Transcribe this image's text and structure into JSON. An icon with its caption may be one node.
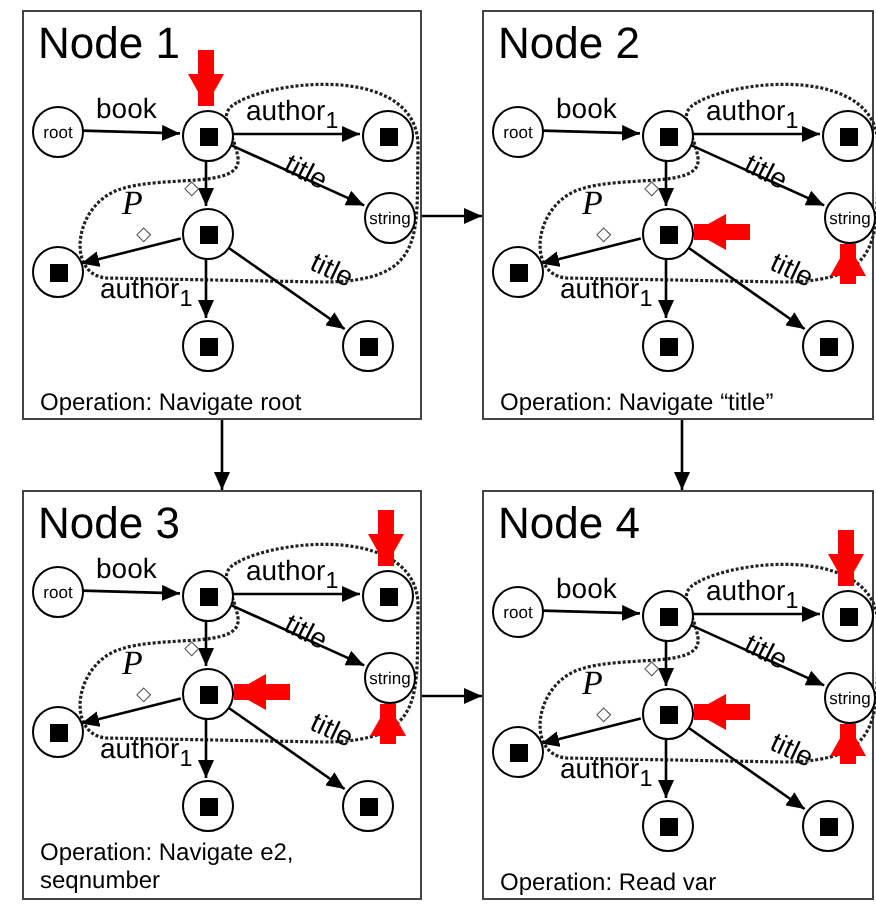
{
  "diagram": {
    "nodes": [
      {
        "text": [
          "Node 1",
          "Operation: Navigate root"
        ]
      },
      {
        "text": [
          "root"
        ],
        "in": 0
      },
      {
        "text": [],
        "shape": "circle",
        "in": 0
      },
      {
        "text": [],
        "shape": "circle",
        "in": 0
      },
      {
        "text": [
          "string"
        ],
        "in": 0
      },
      {
        "text": [],
        "shape": "circle",
        "in": 0
      },
      {
        "text": [],
        "shape": "circle",
        "in": 0
      },
      {
        "text": [],
        "shape": "circle",
        "in": 0
      },
      {
        "text": [],
        "shape": "circle",
        "in": 0
      },
      {
        "text": [
          "Node 2",
          "Operation: Navigate “title”"
        ]
      },
      {
        "text": [
          "root"
        ],
        "in": 9
      },
      {
        "text": [],
        "shape": "circle",
        "in": 9
      },
      {
        "text": [],
        "shape": "circle",
        "in": 9
      },
      {
        "text": [
          "string"
        ],
        "in": 9
      },
      {
        "text": [],
        "shape": "circle",
        "in": 9
      },
      {
        "text": [],
        "shape": "circle",
        "in": 9
      },
      {
        "text": [],
        "shape": "circle",
        "in": 9
      },
      {
        "text": [],
        "shape": "circle",
        "in": 9
      },
      {
        "text": [
          "Node 3",
          "Operation: Navigate e2, seqnumber"
        ]
      },
      {
        "text": [
          "root"
        ],
        "in": 18
      },
      {
        "text": [],
        "shape": "circle",
        "in": 18
      },
      {
        "text": [],
        "shape": "circle",
        "in": 18
      },
      {
        "text": [
          "string"
        ],
        "in": 18
      },
      {
        "text": [],
        "shape": "circle",
        "in": 18
      },
      {
        "text": [],
        "shape": "circle",
        "in": 18
      },
      {
        "text": [],
        "shape": "circle",
        "in": 18
      },
      {
        "text": [],
        "shape": "circle",
        "in": 18
      },
      {
        "text": [
          "Node 4",
          "Operation: Read var"
        ]
      },
      {
        "text": [
          "root"
        ],
        "in": 27
      },
      {
        "text": [],
        "shape": "circle",
        "in": 27
      },
      {
        "text": [],
        "shape": "circle",
        "in": 27
      },
      {
        "text": [
          "string"
        ],
        "in": 27
      },
      {
        "text": [],
        "shape": "circle",
        "in": 27
      },
      {
        "text": [],
        "shape": "circle",
        "in": 27
      },
      {
        "text": [],
        "shape": "circle",
        "in": 27
      },
      {
        "text": [],
        "shape": "circle",
        "in": 27
      }
    ],
    "edges": [
      {
        "from": 1,
        "to": 2,
        "arrow": "to",
        "label": "book"
      },
      {
        "from": 2,
        "to": 3,
        "arrow": "to",
        "label": "author$_{1}$"
      },
      {
        "from": 2,
        "to": 4,
        "arrow": "to",
        "label": "title"
      },
      {
        "from": 2,
        "to": 5,
        "arrow": "to"
      },
      {
        "from": 5,
        "to": 6,
        "arrow": "to"
      },
      {
        "from": 5,
        "to": 7,
        "arrow": "to",
        "label": "author$_{1}$"
      },
      {
        "from": 5,
        "to": 8,
        "arrow": "to",
        "label": "title"
      },
      {
        "from": null,
        "to": 2,
        "arrow": "to",
        "style": "thick",
        "color": "#ff0000"
      },
      {
        "from": 10,
        "to": 11,
        "arrow": "to",
        "label": "book"
      },
      {
        "from": 11,
        "to": 12,
        "arrow": "to",
        "label": "author$_{1}$"
      },
      {
        "from": 11,
        "to": 13,
        "arrow": "to",
        "label": "title"
      },
      {
        "from": 11,
        "to": 14,
        "arrow": "to"
      },
      {
        "from": 14,
        "to": 15,
        "arrow": "to"
      },
      {
        "from": 14,
        "to": 16,
        "arrow": "to",
        "label": "author$_{1}$"
      },
      {
        "from": 14,
        "to": 17,
        "arrow": "to",
        "label": "title"
      },
      {
        "from": null,
        "to": 14,
        "arrow": "to",
        "style": "thick",
        "color": "#ff0000"
      },
      {
        "from": null,
        "to": 13,
        "arrow": "to",
        "style": "thick",
        "color": "#ff0000"
      },
      {
        "from": 19,
        "to": 20,
        "arrow": "to",
        "label": "book"
      },
      {
        "from": 20,
        "to": 21,
        "arrow": "to",
        "label": "author$_{1}$"
      },
      {
        "from": 20,
        "to": 22,
        "arrow": "to",
        "label": "title"
      },
      {
        "from": 20,
        "to": 23,
        "arrow": "to"
      },
      {
        "from": 23,
        "to": 24,
        "arrow": "to"
      },
      {
        "from": 23,
        "to": 25,
        "arrow": "to",
        "label": "author$_{1}$"
      },
      {
        "from": 23,
        "to": 26,
        "arrow": "to",
        "label": "title"
      },
      {
        "from": null,
        "to": 21,
        "arrow": "to",
        "style": "thick",
        "color": "#ff0000"
      },
      {
        "from": null,
        "to": 23,
        "arrow": "to",
        "style": "thick",
        "color": "#ff0000"
      },
      {
        "from": null,
        "to": 22,
        "arrow": "to",
        "style": "thick",
        "color": "#ff0000"
      },
      {
        "from": 28,
        "to": 29,
        "arrow": "to",
        "label": "book"
      },
      {
        "from": 29,
        "to": 30,
        "arrow": "to",
        "label": "author$_{1}$"
      },
      {
        "from": 29,
        "to": 31,
        "arrow": "to",
        "label": "title"
      },
      {
        "from": 29,
        "to": 32,
        "arrow": "to"
      },
      {
        "from": 32,
        "to": 33,
        "arrow": "to"
      },
      {
        "from": 32,
        "to": 34,
        "arrow": "to",
        "label": "author$_{1}$"
      },
      {
        "from": 32,
        "to": 35,
        "arrow": "to",
        "label": "title"
      },
      {
        "from": null,
        "to": 30,
        "arrow": "to",
        "style": "thick",
        "color": "#ff0000"
      },
      {
        "from": null,
        "to": 32,
        "arrow": "to",
        "style": "thick",
        "color": "#ff0000"
      },
      {
        "from": null,
        "to": 31,
        "arrow": "to",
        "style": "thick",
        "color": "#ff0000"
      },
      {
        "from": 0,
        "to": 9,
        "arrow": "to"
      },
      {
        "from": 0,
        "to": 18,
        "arrow": "to"
      },
      {
        "from": 9,
        "to": 27,
        "arrow": "to"
      },
      {
        "from": 18,
        "to": 27,
        "arrow": "to"
      }
    ],
    "labels": [
      "P",
      "◇",
      "◇",
      "P",
      "◇",
      "◇",
      "P",
      "◇",
      "◇",
      "P",
      "◇",
      "◇"
    ]
  }
}
